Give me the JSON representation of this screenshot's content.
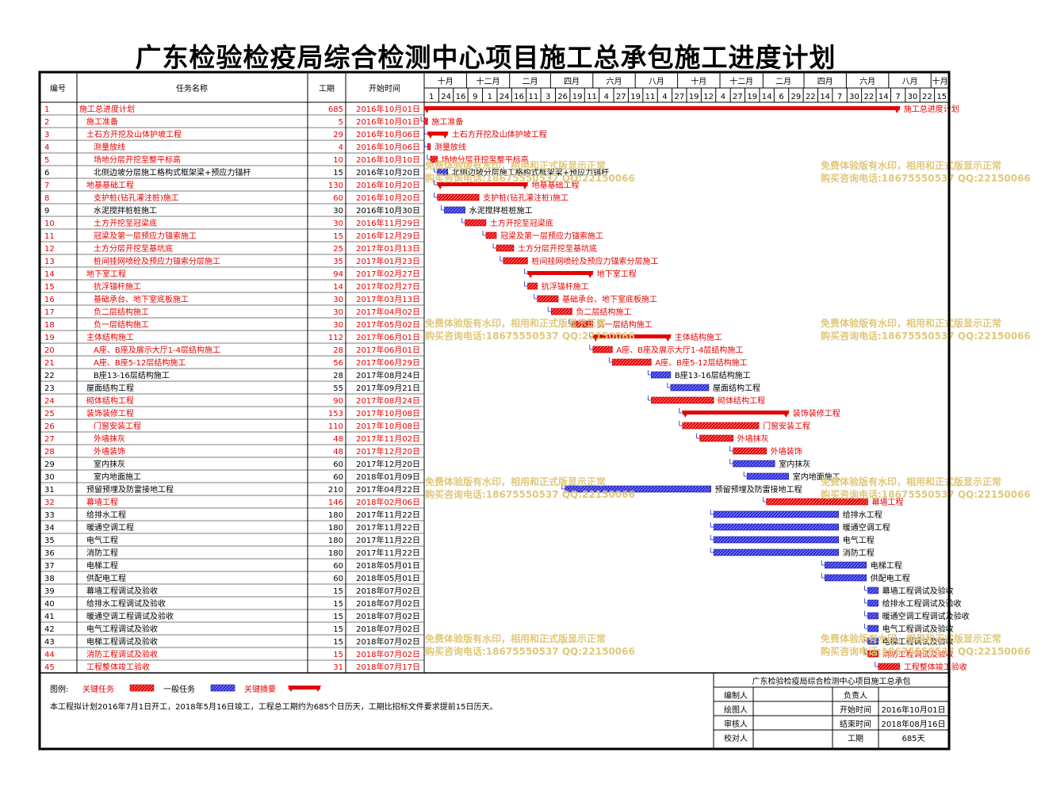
{
  "title": "广东检验检疫局综合检测中心项目施工总承包施工进度计划",
  "headers": {
    "id": "编号",
    "name": "任务名称",
    "dur": "工期",
    "start": "开始时间"
  },
  "timescale": {
    "months": [
      {
        "label": "十月",
        "day": 0
      },
      {
        "label": "十二月",
        "day": 61
      },
      {
        "label": "二月",
        "day": 123
      },
      {
        "label": "四月",
        "day": 182
      },
      {
        "label": "六月",
        "day": 243
      },
      {
        "label": "八月",
        "day": 304
      },
      {
        "label": "十月",
        "day": 365
      },
      {
        "label": "十二月",
        "day": 426
      },
      {
        "label": "二月",
        "day": 488
      },
      {
        "label": "四月",
        "day": 547
      },
      {
        "label": "六月",
        "day": 608
      },
      {
        "label": "八月",
        "day": 669
      },
      {
        "label": "十月",
        "day": 730
      }
    ],
    "week_labels": [
      "1",
      "24",
      "16",
      "9",
      "1",
      "24",
      "16",
      "11",
      "3",
      "26",
      "19",
      "11",
      "4",
      "27",
      "19",
      "11",
      "4",
      "27",
      "19",
      "12",
      "4",
      "27",
      "19",
      "14",
      "6",
      "29",
      "22",
      "14",
      "7",
      "30",
      "22",
      "14",
      "7",
      "30",
      "22",
      "15"
    ]
  },
  "colors": {
    "critical": "#e60000",
    "normal": "#2b2bd9",
    "summary": "#e60000",
    "dep": "#1f1fd6"
  },
  "watermark": [
    "免费体验版有水印，相用和正式版显示正常",
    "购买咨询电话:18675550537 QQ:22150066"
  ],
  "chart_data": {
    "type": "gantt",
    "title": "广东检验检疫局综合检测中心项目施工总承包施工进度计划",
    "project_start": "2016年10月01日",
    "tasks": [
      {
        "id": "1",
        "name": "施工总进度计划",
        "dur": "685",
        "start": "2016年10月01日",
        "kind": "summary",
        "level": 0,
        "offset": 0,
        "days": 685
      },
      {
        "id": "2",
        "name": "施工准备",
        "dur": "5",
        "start": "2016年10月01日",
        "kind": "critical",
        "level": 1,
        "offset": 0,
        "days": 5
      },
      {
        "id": "3",
        "name": "土石方开挖及山体护坡工程",
        "dur": "29",
        "start": "2016年10月06日",
        "kind": "summary",
        "level": 1,
        "offset": 5,
        "days": 29
      },
      {
        "id": "4",
        "name": "测量放线",
        "dur": "4",
        "start": "2016年10月06日",
        "kind": "critical",
        "level": 2,
        "offset": 5,
        "days": 4
      },
      {
        "id": "5",
        "name": "场地分层开挖至整平标高",
        "dur": "10",
        "start": "2016年10月10日",
        "kind": "critical",
        "level": 2,
        "offset": 9,
        "days": 10
      },
      {
        "id": "6",
        "name": "北侧边坡分层施工格构式框架梁+预应力锚杆",
        "dur": "15",
        "start": "2016年10月20日",
        "kind": "normal",
        "level": 2,
        "offset": 19,
        "days": 15
      },
      {
        "id": "7",
        "name": "地基基础工程",
        "dur": "130",
        "start": "2016年10月20日",
        "kind": "summary",
        "level": 1,
        "offset": 19,
        "days": 130
      },
      {
        "id": "8",
        "name": "支护桩(钻孔灌注桩)施工",
        "dur": "60",
        "start": "2016年10月20日",
        "kind": "critical",
        "level": 2,
        "offset": 19,
        "days": 60
      },
      {
        "id": "9",
        "name": "水泥搅拌桩桩施工",
        "dur": "30",
        "start": "2016年10月30日",
        "kind": "normal",
        "level": 2,
        "offset": 29,
        "days": 30
      },
      {
        "id": "10",
        "name": "土方开挖至冠梁底",
        "dur": "30",
        "start": "2016年11月29日",
        "kind": "critical",
        "level": 2,
        "offset": 59,
        "days": 30
      },
      {
        "id": "11",
        "name": "冠梁及第一层预应力锚索施工",
        "dur": "15",
        "start": "2016年12月29日",
        "kind": "critical",
        "level": 2,
        "offset": 89,
        "days": 15
      },
      {
        "id": "12",
        "name": "土方分层开挖至基坑底",
        "dur": "25",
        "start": "2017年01月13日",
        "kind": "critical",
        "level": 2,
        "offset": 104,
        "days": 25
      },
      {
        "id": "13",
        "name": "桩间挂网喷砼及预应力锚索分层施工",
        "dur": "35",
        "start": "2017年01月23日",
        "kind": "critical",
        "level": 2,
        "offset": 114,
        "days": 35
      },
      {
        "id": "14",
        "name": "地下室工程",
        "dur": "94",
        "start": "2017年02月27日",
        "kind": "summary",
        "level": 1,
        "offset": 149,
        "days": 94
      },
      {
        "id": "15",
        "name": "抗浮锚杆施工",
        "dur": "14",
        "start": "2017年02月27日",
        "kind": "critical",
        "level": 2,
        "offset": 149,
        "days": 14
      },
      {
        "id": "16",
        "name": "基础承台、地下室底板施工",
        "dur": "30",
        "start": "2017年03月13日",
        "kind": "critical",
        "level": 2,
        "offset": 163,
        "days": 30
      },
      {
        "id": "17",
        "name": "负二层结构施工",
        "dur": "30",
        "start": "2017年04月02日",
        "kind": "critical",
        "level": 2,
        "offset": 183,
        "days": 30
      },
      {
        "id": "18",
        "name": "负一层结构施工",
        "dur": "30",
        "start": "2017年05月02日",
        "kind": "critical",
        "level": 2,
        "offset": 213,
        "days": 30
      },
      {
        "id": "19",
        "name": "主体结构施工",
        "dur": "112",
        "start": "2017年06月01日",
        "kind": "summary",
        "level": 1,
        "offset": 243,
        "days": 112
      },
      {
        "id": "20",
        "name": "A座、B座及展示大厅1-4层结构施工",
        "dur": "28",
        "start": "2017年06月01日",
        "kind": "critical",
        "level": 2,
        "offset": 243,
        "days": 28
      },
      {
        "id": "21",
        "name": "A座、B座5-12层结构施工",
        "dur": "56",
        "start": "2017年06月29日",
        "kind": "critical",
        "level": 2,
        "offset": 271,
        "days": 56
      },
      {
        "id": "22",
        "name": "B座13-16层结构施工",
        "dur": "28",
        "start": "2017年08月24日",
        "kind": "normal",
        "level": 2,
        "offset": 327,
        "days": 28
      },
      {
        "id": "23",
        "name": "屋面结构工程",
        "dur": "55",
        "start": "2017年09月21日",
        "kind": "normal",
        "level": 1,
        "offset": 355,
        "days": 55
      },
      {
        "id": "24",
        "name": "砌体结构工程",
        "dur": "90",
        "start": "2017年08月24日",
        "kind": "critical",
        "level": 1,
        "offset": 327,
        "days": 90
      },
      {
        "id": "25",
        "name": "装饰装修工程",
        "dur": "153",
        "start": "2017年10月08日",
        "kind": "summary",
        "level": 1,
        "offset": 372,
        "days": 153
      },
      {
        "id": "26",
        "name": "门窗安装工程",
        "dur": "110",
        "start": "2017年10月08日",
        "kind": "critical",
        "level": 2,
        "offset": 372,
        "days": 110
      },
      {
        "id": "27",
        "name": "外墙抹灰",
        "dur": "48",
        "start": "2017年11月02日",
        "kind": "critical",
        "level": 2,
        "offset": 397,
        "days": 48
      },
      {
        "id": "28",
        "name": "外墙装饰",
        "dur": "48",
        "start": "2017年12月20日",
        "kind": "critical",
        "level": 2,
        "offset": 445,
        "days": 48
      },
      {
        "id": "29",
        "name": "室内抹灰",
        "dur": "60",
        "start": "2017年12月20日",
        "kind": "normal",
        "level": 2,
        "offset": 445,
        "days": 60
      },
      {
        "id": "30",
        "name": "室内地面施工",
        "dur": "60",
        "start": "2018年01月09日",
        "kind": "normal",
        "level": 2,
        "offset": 465,
        "days": 60
      },
      {
        "id": "31",
        "name": "预留预埋及防雷接地工程",
        "dur": "210",
        "start": "2017年04月22日",
        "kind": "normal",
        "level": 1,
        "offset": 203,
        "days": 210
      },
      {
        "id": "32",
        "name": "幕墙工程",
        "dur": "146",
        "start": "2018年02月06日",
        "kind": "critical",
        "level": 1,
        "offset": 493,
        "days": 146
      },
      {
        "id": "33",
        "name": "给排水工程",
        "dur": "180",
        "start": "2017年11月22日",
        "kind": "normal",
        "level": 1,
        "offset": 417,
        "days": 180
      },
      {
        "id": "34",
        "name": "暖通空调工程",
        "dur": "180",
        "start": "2017年11月22日",
        "kind": "normal",
        "level": 1,
        "offset": 417,
        "days": 180
      },
      {
        "id": "35",
        "name": "电气工程",
        "dur": "180",
        "start": "2017年11月22日",
        "kind": "normal",
        "level": 1,
        "offset": 417,
        "days": 180
      },
      {
        "id": "36",
        "name": "消防工程",
        "dur": "180",
        "start": "2017年11月22日",
        "kind": "normal",
        "level": 1,
        "offset": 417,
        "days": 180
      },
      {
        "id": "37",
        "name": "电梯工程",
        "dur": "60",
        "start": "2018年05月01日",
        "kind": "normal",
        "level": 1,
        "offset": 577,
        "days": 60
      },
      {
        "id": "38",
        "name": "供配电工程",
        "dur": "60",
        "start": "2018年05月01日",
        "kind": "normal",
        "level": 1,
        "offset": 577,
        "days": 60
      },
      {
        "id": "39",
        "name": "幕墙工程调试及验收",
        "dur": "15",
        "start": "2018年07月02日",
        "kind": "normal",
        "level": 1,
        "offset": 639,
        "days": 15
      },
      {
        "id": "40",
        "name": "给排水工程调试及验收",
        "dur": "15",
        "start": "2018年07月02日",
        "kind": "normal",
        "level": 1,
        "offset": 639,
        "days": 15
      },
      {
        "id": "41",
        "name": "暖通空调工程调试及验收",
        "dur": "15",
        "start": "2018年07月02日",
        "kind": "normal",
        "level": 1,
        "offset": 639,
        "days": 15
      },
      {
        "id": "42",
        "name": "电气工程调试及验收",
        "dur": "15",
        "start": "2018年07月02日",
        "kind": "normal",
        "level": 1,
        "offset": 639,
        "days": 15
      },
      {
        "id": "43",
        "name": "电梯工程调试及验收",
        "dur": "15",
        "start": "2018年07月02日",
        "kind": "normal",
        "level": 1,
        "offset": 639,
        "days": 15
      },
      {
        "id": "44",
        "name": "消防工程调试及验收",
        "dur": "15",
        "start": "2018年07月02日",
        "kind": "critical",
        "level": 1,
        "offset": 639,
        "days": 15
      },
      {
        "id": "45",
        "name": "工程整体竣工验收",
        "dur": "31",
        "start": "2018年07月17日",
        "kind": "critical",
        "level": 1,
        "offset": 654,
        "days": 31
      }
    ]
  },
  "legend": {
    "label": "图例:",
    "critical": "关键任务",
    "normal": "一般任务",
    "summary": "关键摘要"
  },
  "note": "本工程拟计划2016年7月1日开工，2018年5月16日竣工，工程总工期约为685个日历天，工期比招标文件要求提前15日历天。",
  "titleblock": {
    "project": "广东检验检疫局综合检测中心项目施工总承包",
    "rows": [
      {
        "k1": "编制人",
        "v1": "",
        "k2": "负责人",
        "v2": ""
      },
      {
        "k1": "绘图人",
        "v1": "",
        "k2": "开始时间",
        "v2": "2016年10月01日"
      },
      {
        "k1": "审核人",
        "v1": "",
        "k2": "结束时间",
        "v2": "2018年08月16日"
      },
      {
        "k1": "校对人",
        "v1": "",
        "k2": "工期",
        "v2": "685天"
      }
    ]
  }
}
